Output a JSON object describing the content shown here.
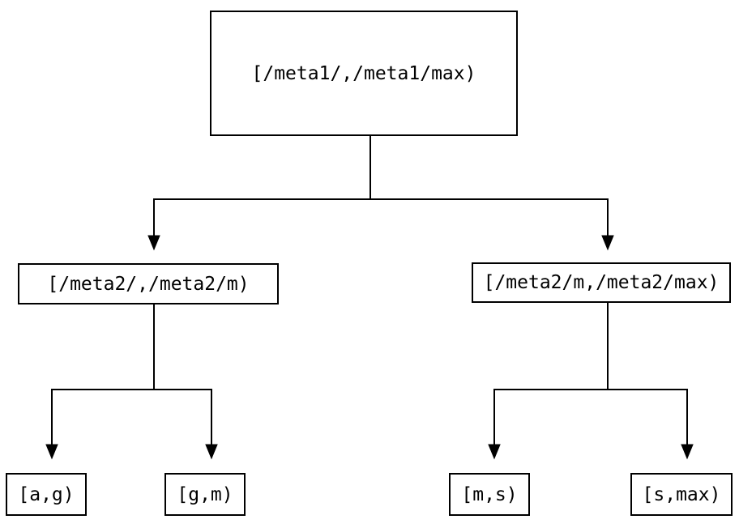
{
  "diagram": {
    "type": "binary-interval-tree",
    "background_color": "#ffffff",
    "line_color": "#000000",
    "node_border_color": "#000000",
    "node_text_color": "#000000",
    "nodes": {
      "root": {
        "label": "[/meta1/,/meta1/max)"
      },
      "left": {
        "label": "[/meta2/,/meta2/m)"
      },
      "right": {
        "label": "[/meta2/m,/meta2/max)"
      },
      "leaf_ag": {
        "label": "[a,g)"
      },
      "leaf_gm": {
        "label": "[g,m)"
      },
      "leaf_ms": {
        "label": "[m,s)"
      },
      "leaf_smax": {
        "label": "[s,max)"
      }
    },
    "edges": [
      {
        "from": "root",
        "to": "left"
      },
      {
        "from": "root",
        "to": "right"
      },
      {
        "from": "left",
        "to": "leaf_ag"
      },
      {
        "from": "left",
        "to": "leaf_gm"
      },
      {
        "from": "right",
        "to": "leaf_ms"
      },
      {
        "from": "right",
        "to": "leaf_smax"
      }
    ]
  }
}
